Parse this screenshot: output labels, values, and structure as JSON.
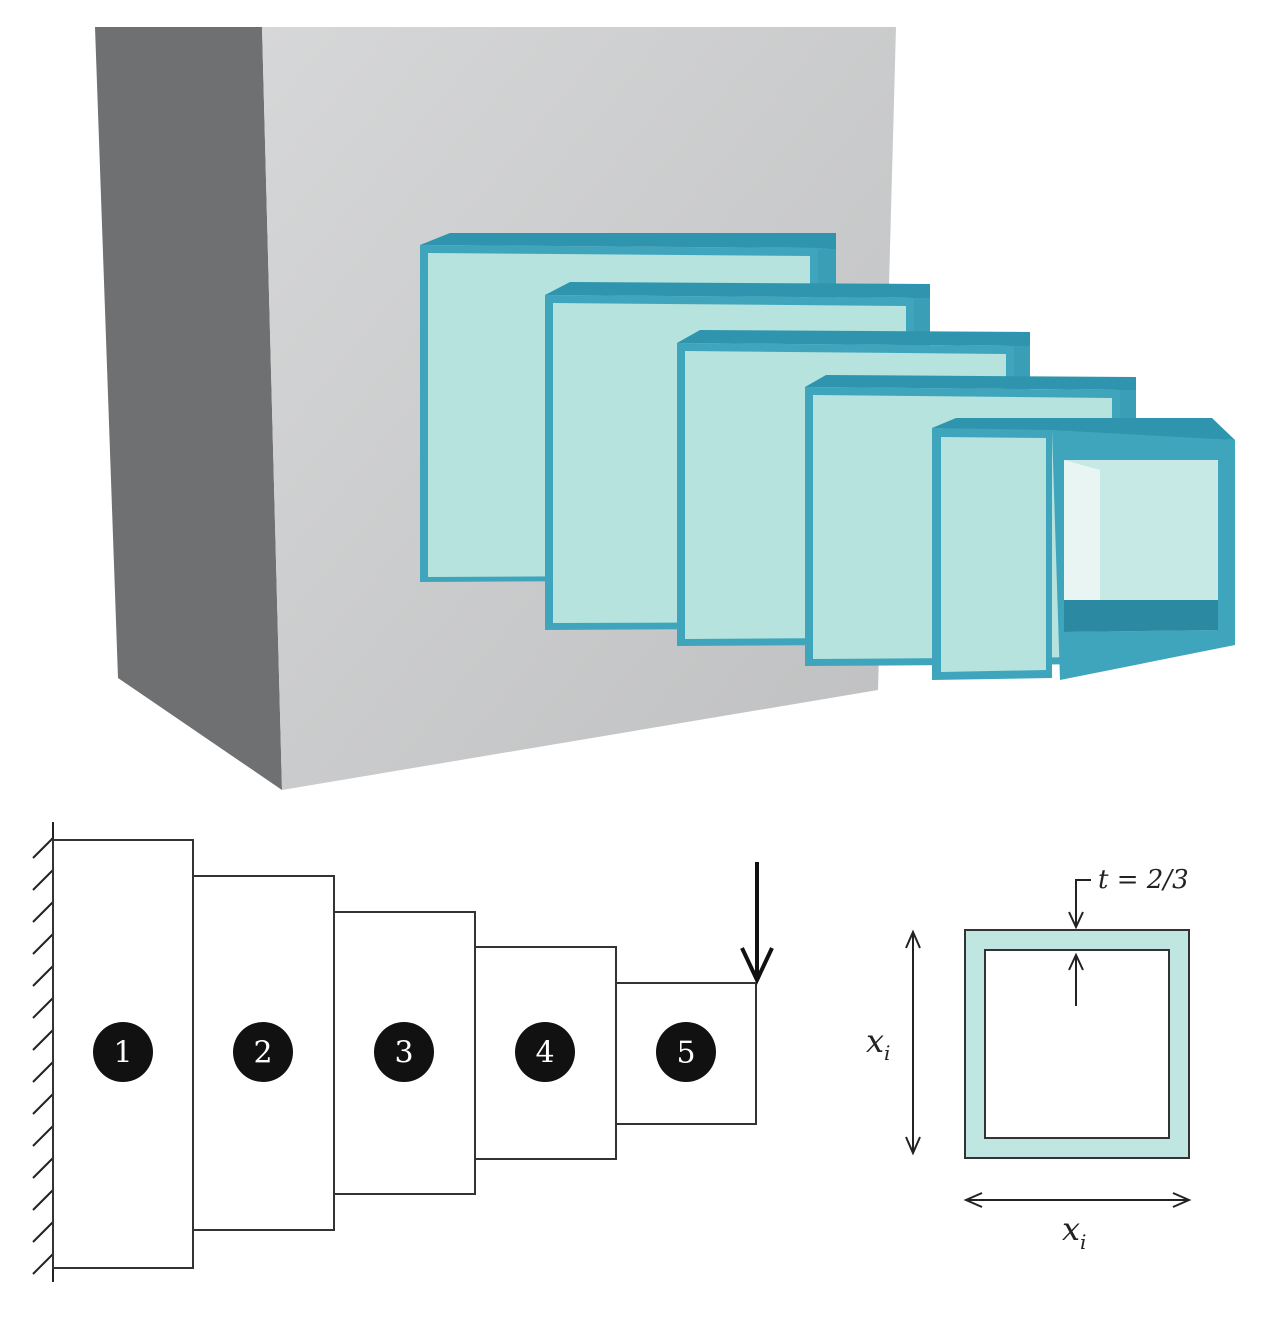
{
  "render_3d": {
    "wall_color": "#c9cacb",
    "wall_side_color": "#6d6e70",
    "beam_frame_color": "#3a9fb6",
    "beam_face_color": "#b7e4df",
    "segment_count": 5
  },
  "beam_schematic": {
    "segments": [
      {
        "id": "seg1",
        "label": "1"
      },
      {
        "id": "seg2",
        "label": "2"
      },
      {
        "id": "seg3",
        "label": "3"
      },
      {
        "id": "seg4",
        "label": "4"
      },
      {
        "id": "seg5",
        "label": "5"
      }
    ],
    "support": "fixed-wall",
    "load_icon": "downward-arrow-icon"
  },
  "cross_section": {
    "thickness_label": "t = 2/3",
    "height_label": "x",
    "height_subscript": "i",
    "width_label": "x",
    "width_subscript": "i",
    "fill_color": "#bfe6e0"
  }
}
